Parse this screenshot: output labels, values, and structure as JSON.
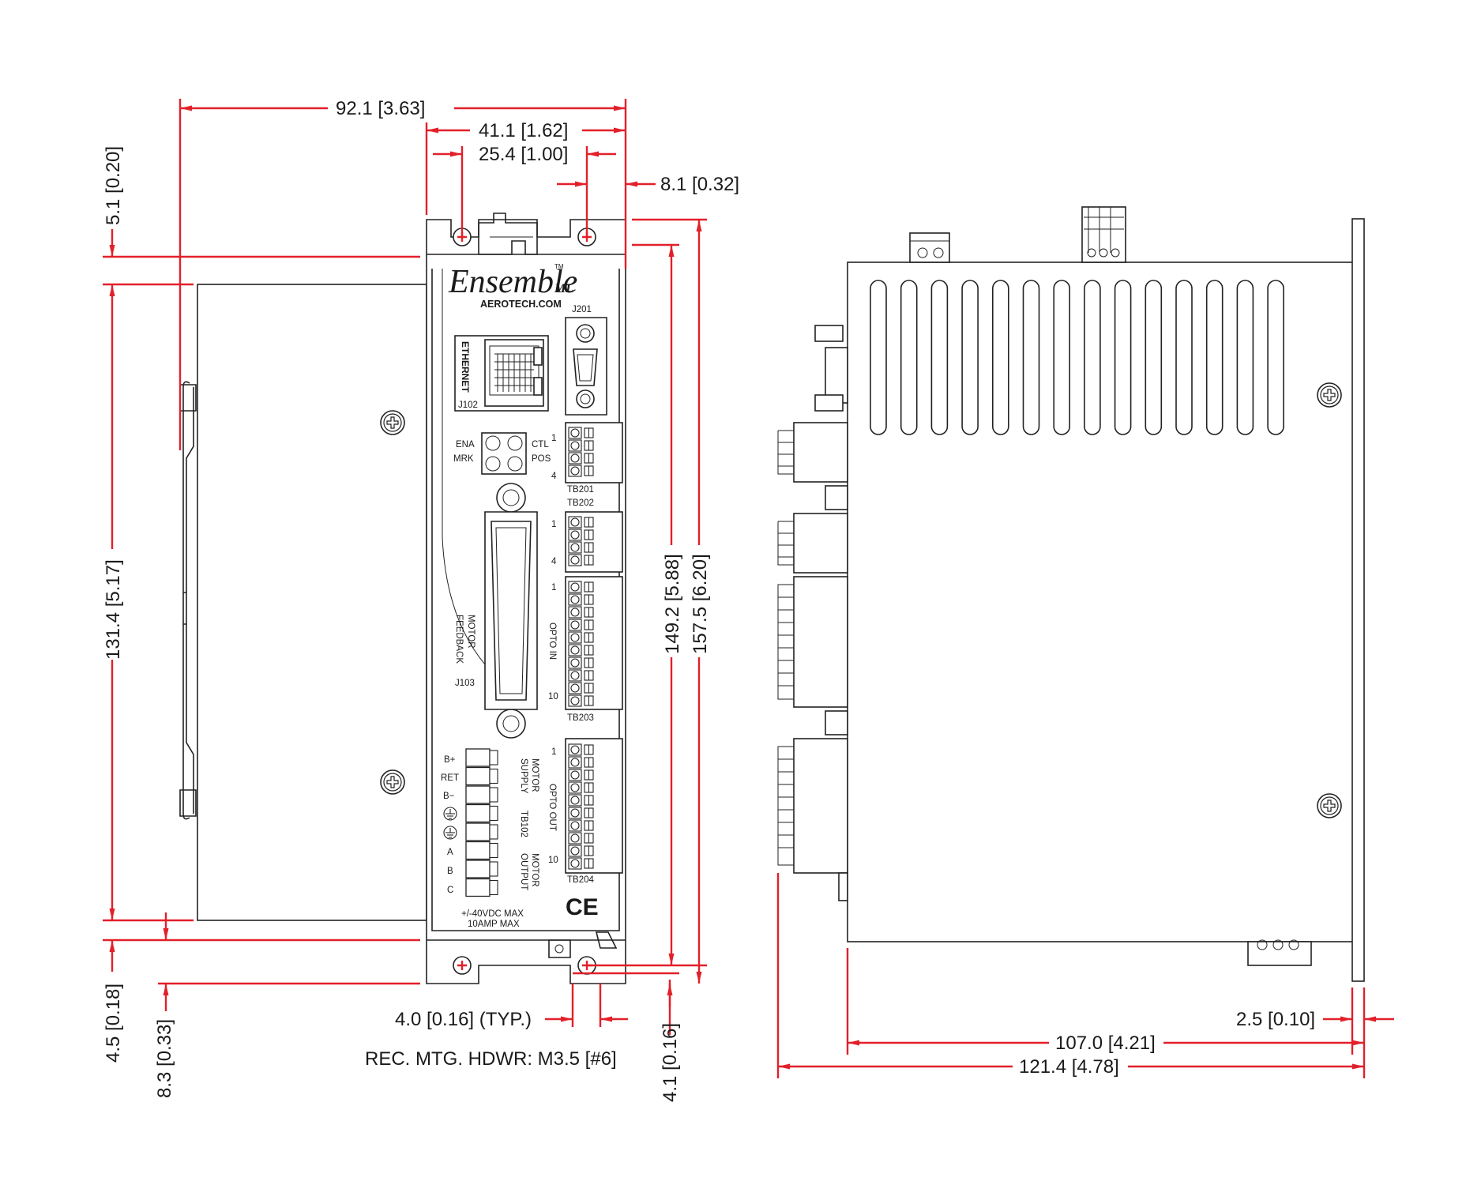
{
  "dimensions": {
    "top_width": "92.1 [3.63]",
    "front_width": "41.1 [1.62]",
    "hole_spacing": "25.4 [1.00]",
    "hole_offset_right": "8.1 [0.32]",
    "top_offset": "5.1 [0.20]",
    "heatsink_height": "131.4 [5.17]",
    "hole_to_hole_height": "149.2 [5.88]",
    "overall_height": "157.5 [6.20]",
    "bottom_offset_1": "4.5 [0.18]",
    "bottom_offset_2": "8.3 [0.33]",
    "hole_dia": "4.0 [0.16] (TYP.)",
    "bottom_hole_offset": "4.1 [0.16]",
    "mounting_hardware": "REC. MTG. HDWR: M3.5 [#6]",
    "side_depth": "107.0 [4.21]",
    "side_overall_depth": "121.4 [4.78]",
    "flange_thickness": "2.5 [0.10]"
  },
  "front_panel": {
    "brand": "Ensemble",
    "brand_suffix": "ML",
    "trademark": "TM",
    "website": "AEROTECH.COM",
    "j201": "J201",
    "ethernet": "ETHERNET",
    "j102": "J102",
    "led_ena": "ENA",
    "led_mrk": "MRK",
    "led_ctl": "CTL",
    "led_pos": "POS",
    "tb201": "TB201",
    "tb202": "TB202",
    "tb203": "TB203",
    "tb204": "TB204",
    "pin_1": "1",
    "pin_4": "4",
    "pin_10": "10",
    "opto_in": "OPTO IN",
    "opto_out": "OPTO OUT",
    "motor_feedback_1": "MOTOR",
    "motor_feedback_2": "FEEDBACK",
    "j103": "J103",
    "power_pins": [
      "B+",
      "RET",
      "B−",
      "",
      "",
      "A",
      "B",
      "C"
    ],
    "motor_supply_1": "MOTOR",
    "motor_supply_2": "SUPPLY",
    "tb102": "TB102",
    "motor_output_1": "MOTOR",
    "motor_output_2": "OUTPUT",
    "rating_1": "+/-40VDC MAX",
    "rating_2": "10AMP MAX",
    "ce_mark": "CE"
  },
  "colors": {
    "dimension": "#e2202a",
    "outline": "#222222"
  }
}
